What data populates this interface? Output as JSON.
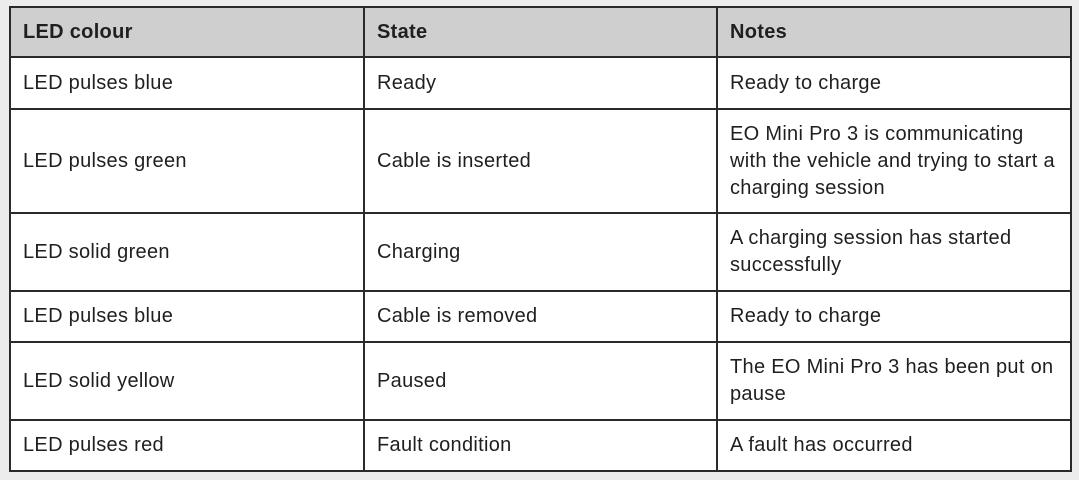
{
  "table": {
    "headers": [
      "LED colour",
      "State",
      "Notes"
    ],
    "rows": [
      [
        "LED pulses blue",
        "Ready",
        "Ready to charge"
      ],
      [
        "LED pulses green",
        "Cable is inserted",
        "EO Mini Pro 3 is communicating with the vehicle and trying to start a charging session"
      ],
      [
        "LED solid green",
        "Charging",
        "A charging session has started successfully"
      ],
      [
        "LED pulses blue",
        "Cable is removed",
        "Ready to charge"
      ],
      [
        "LED solid yellow",
        "Paused",
        "The EO Mini Pro 3 has been put on pause"
      ],
      [
        "LED pulses red",
        "Fault condition",
        "A fault has occurred"
      ]
    ]
  }
}
